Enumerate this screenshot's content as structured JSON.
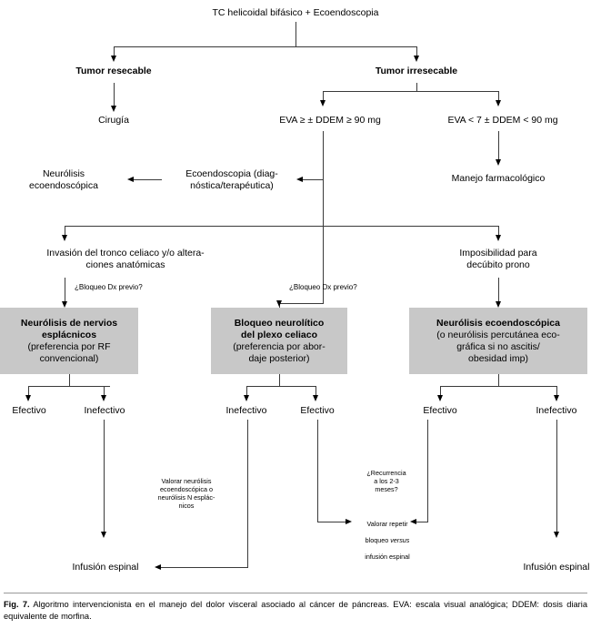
{
  "figure": {
    "label": "Fig. 7.",
    "caption": "Algoritmo intervencionista en el manejo del dolor visceral asociado al cáncer de páncreas. EVA: escala visual analógica; DDEM: dosis diaria equivalente de morfina.",
    "box_fill_color": "#c8c8c8",
    "line_color": "#3a3a3a"
  },
  "nodes": {
    "root": "TC helicoidal bifásico + Ecoendoscopia",
    "tumor_resecable": "Tumor resecable",
    "tumor_irresecable": "Tumor irresecable",
    "cirugia": "Cirugía",
    "eva_high": "EVA ≥ ± DDEM ≥ 90 mg",
    "eva_low": "EVA < 7 ± DDEM < 90 mg",
    "manejo_farmacologico": "Manejo farmacológico",
    "ecoendoscopia_diag": "Ecoendoscopia (diag-\nnóstica/terapéutica)",
    "neurolisis_ecoendoscopica": "Neurólisis\necoendoscópica",
    "invasion_tronco": "Invasión del tronco celiaco y/o altera-\nciones anatómicas",
    "imposibilidad_decubito": "Imposibilidad para\ndecúbito prono",
    "bloqueo_dx_left": "¿Bloqueo Dx previo?",
    "bloqueo_dx_mid": "¿Bloqueo Dx previo?",
    "valorar_neurolisis": "Valorar neurólisis\necoendoscópica o\nneurólisis N esplác-\nnicos",
    "recurrencia": "¿Recurrencia\na los 2-3\nmeses?",
    "infusion_espinal_left": "Infusión espinal",
    "infusion_espinal_right": "Infusión espinal"
  },
  "gray_boxes": [
    {
      "id": "neurolisis-nervios-esplacnicos",
      "title": "Neurólisis de nervios\nesplácnicos",
      "subtitle": "(preferencia por RF\nconvencional)"
    },
    {
      "id": "bloqueo-neurolitico-plexo-celiaco",
      "title": "Bloqueo neurolítico\ndel plexo celiaco",
      "subtitle": "(preferencia por abor-\ndaje posterior)"
    },
    {
      "id": "neurolisis-ecoendoscopica-box",
      "title": "Neurólisis ecoendoscópica",
      "subtitle": "(o neurólisis percutánea eco-\ngráfica si no ascitis/\nobesidad imp)"
    }
  ],
  "outcomes": {
    "left_effective": "Efectivo",
    "left_ineffective": "Inefectivo",
    "mid_ineffective": "Inefectivo",
    "mid_effective": "Efectivo",
    "right_effective": "Efectivo",
    "right_ineffective": "Inefectivo"
  },
  "valorar_repetir": {
    "line1": "Valorar repetir",
    "line2_pre": "bloqueo ",
    "line2_em": "versus",
    "line3": "infusión espinal"
  }
}
